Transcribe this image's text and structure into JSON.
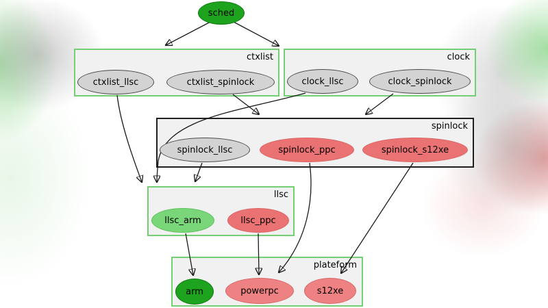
{
  "diagram_type": "dependency-graph",
  "clusters": {
    "ctxlist": {
      "label": "ctxlist",
      "border_color": "#74cf74"
    },
    "clock": {
      "label": "clock",
      "border_color": "#74cf74"
    },
    "spinlock": {
      "label": "spinlock",
      "border_color": "#1f1f1f"
    },
    "llsc": {
      "label": "llsc",
      "border_color": "#74cf74"
    },
    "plateform": {
      "label": "plateform",
      "border_color": "#74cf74"
    }
  },
  "nodes": {
    "sched": {
      "label": "sched",
      "fill": "#1ea31e"
    },
    "ctxlist_llsc": {
      "label": "ctxlist_llsc",
      "fill": "#d3d3d3"
    },
    "ctxlist_spinlock": {
      "label": "ctxlist_spinlock",
      "fill": "#d3d3d3"
    },
    "clock_llsc": {
      "label": "clock_llsc",
      "fill": "#d3d3d3"
    },
    "clock_spinlock": {
      "label": "clock_spinlock",
      "fill": "#d3d3d3"
    },
    "spinlock_llsc": {
      "label": "spinlock_llsc",
      "fill": "#d3d3d3"
    },
    "spinlock_ppc": {
      "label": "spinlock_ppc",
      "fill": "#ea7272"
    },
    "spinlock_s12xe": {
      "label": "spinlock_s12xe",
      "fill": "#ea7272"
    },
    "llsc_arm": {
      "label": "llsc_arm",
      "fill": "#79d679"
    },
    "llsc_ppc": {
      "label": "llsc_ppc",
      "fill": "#ea7272"
    },
    "arm": {
      "label": "arm",
      "fill": "#1ea31e"
    },
    "powerpc": {
      "label": "powerpc",
      "fill": "#ee8282"
    },
    "s12xe": {
      "label": "s12xe",
      "fill": "#ee8282"
    }
  },
  "edges": [
    {
      "from": "sched",
      "to": "cluster-ctxlist"
    },
    {
      "from": "sched",
      "to": "cluster-clock"
    },
    {
      "from": "ctxlist_llsc",
      "to": "cluster-llsc"
    },
    {
      "from": "ctxlist_spinlock",
      "to": "cluster-spinlock"
    },
    {
      "from": "clock_llsc",
      "to": "cluster-llsc"
    },
    {
      "from": "clock_spinlock",
      "to": "cluster-spinlock"
    },
    {
      "from": "spinlock_llsc",
      "to": "cluster-llsc"
    },
    {
      "from": "spinlock_ppc",
      "to": "powerpc"
    },
    {
      "from": "spinlock_s12xe",
      "to": "s12xe"
    },
    {
      "from": "llsc_arm",
      "to": "arm"
    },
    {
      "from": "llsc_ppc",
      "to": "powerpc"
    }
  ],
  "colors": {
    "cluster_fill": "#f1f1f1",
    "cluster_border_green": "#74cf74",
    "cluster_border_black": "#1f1f1f",
    "edge": "#1a1a1a",
    "node_gray": "#d3d3d3",
    "node_dark_green": "#1ea31e",
    "node_light_green": "#79d679",
    "node_salmon": "#ea7272",
    "text": "#000000"
  }
}
